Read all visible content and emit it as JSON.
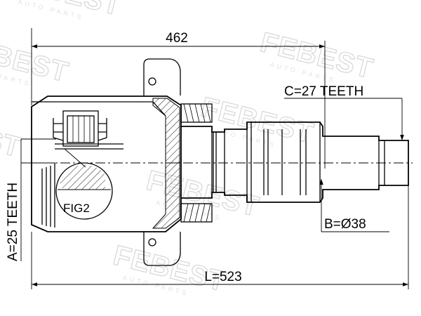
{
  "watermark": {
    "brand": "FEBEST",
    "subtext": "AUTO PARTS"
  },
  "dimensions": {
    "overall_top": "462",
    "overall_bottom": "L=523",
    "inner_spline": "A=25 TEETH",
    "outer_spline": "C=27 TEETH",
    "shaft_diameter": "B=Ø38"
  },
  "detail_label": "FIG2"
}
